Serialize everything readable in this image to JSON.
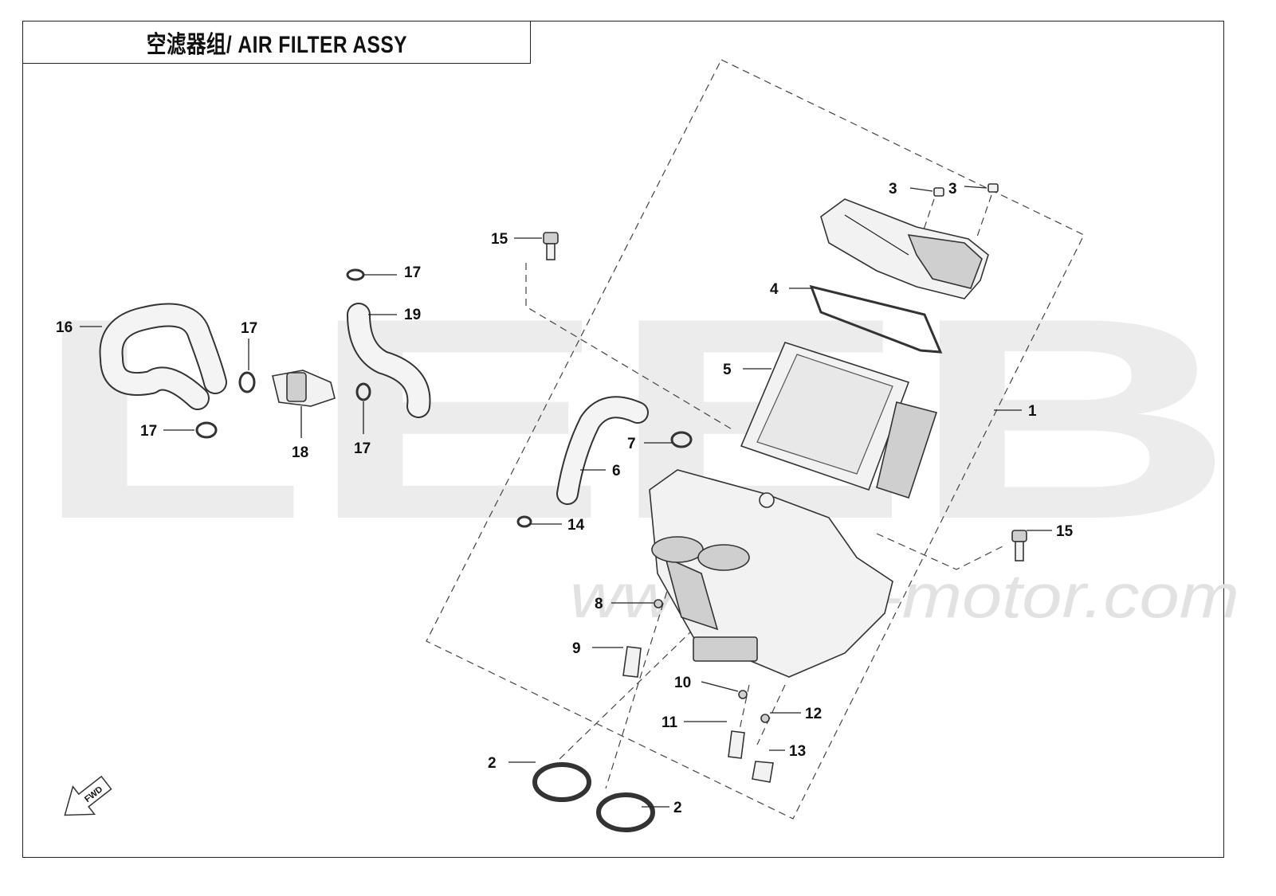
{
  "title": "空滤器组/ AIR FILTER ASSY",
  "watermark": {
    "brand": "LEEB",
    "url": "www.leeb-motor.com"
  },
  "fwd_label": "FWD",
  "callouts": [
    "1",
    "2",
    "2",
    "3",
    "3",
    "4",
    "5",
    "6",
    "7",
    "8",
    "9",
    "10",
    "11",
    "12",
    "13",
    "14",
    "15",
    "15",
    "16",
    "17",
    "17",
    "17",
    "17",
    "18",
    "19"
  ]
}
